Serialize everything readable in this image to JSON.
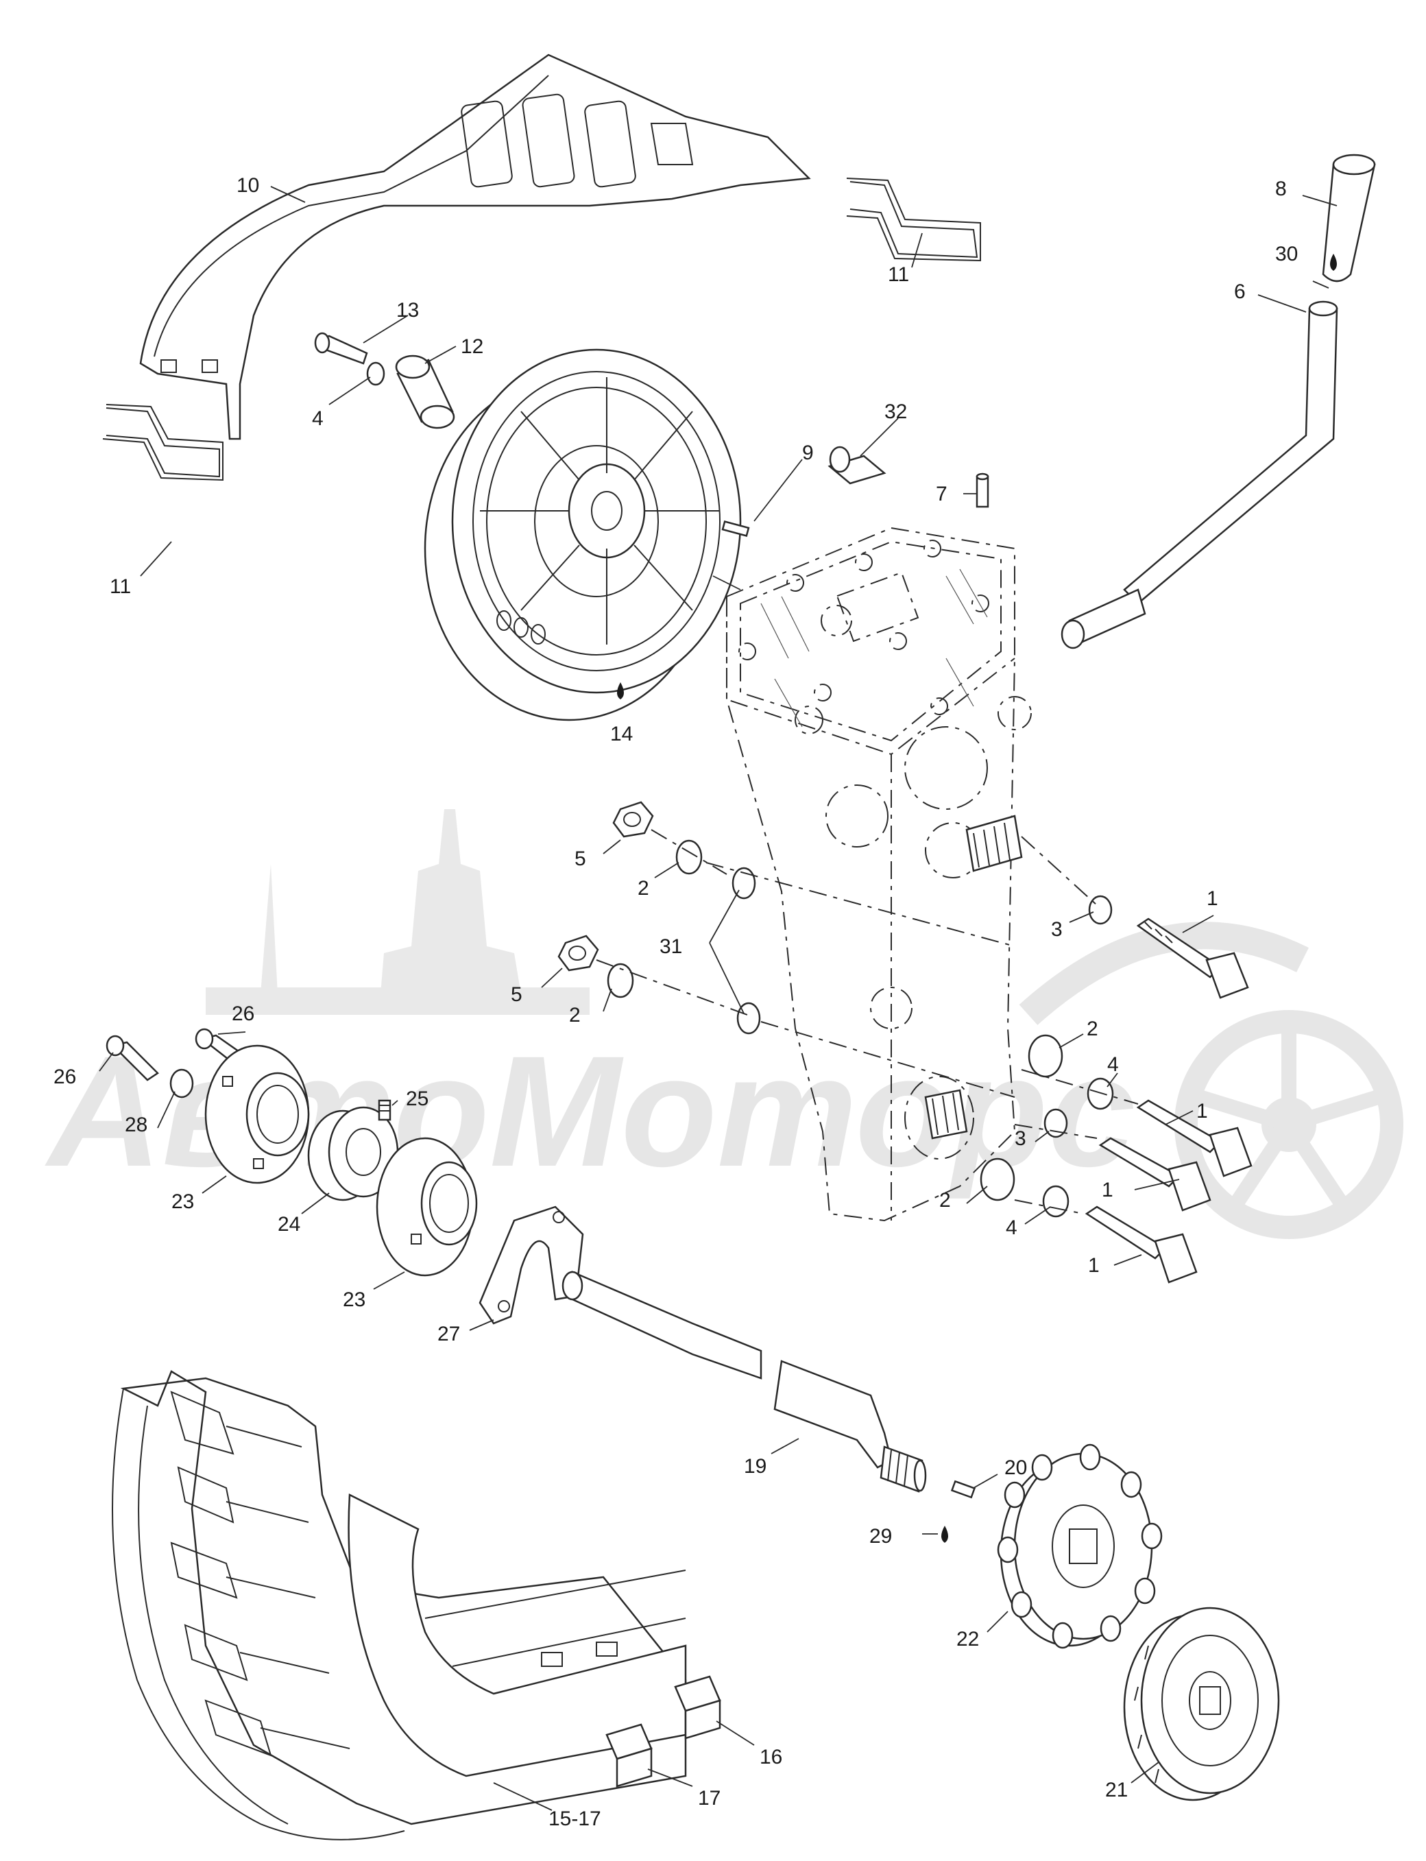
{
  "watermark": {
    "text": "АвтоМоторс"
  },
  "callouts": [
    {
      "id": "c10a",
      "text": "10"
    },
    {
      "id": "c11a",
      "text": "11"
    },
    {
      "id": "c8",
      "text": "8"
    },
    {
      "id": "c30",
      "text": "30"
    },
    {
      "id": "c6",
      "text": "6"
    },
    {
      "id": "c13",
      "text": "13"
    },
    {
      "id": "c12",
      "text": "12"
    },
    {
      "id": "c4a",
      "text": "4"
    },
    {
      "id": "c32",
      "text": "32"
    },
    {
      "id": "c9",
      "text": "9"
    },
    {
      "id": "c7",
      "text": "7"
    },
    {
      "id": "c11b",
      "text": "11"
    },
    {
      "id": "c14",
      "text": "14"
    },
    {
      "id": "c5a",
      "text": "5"
    },
    {
      "id": "c2a",
      "text": "2"
    },
    {
      "id": "c31",
      "text": "31"
    },
    {
      "id": "c5b",
      "text": "5"
    },
    {
      "id": "c2b",
      "text": "2"
    },
    {
      "id": "c3a",
      "text": "3"
    },
    {
      "id": "c1a",
      "text": "1"
    },
    {
      "id": "c26a",
      "text": "26"
    },
    {
      "id": "c26b",
      "text": "26"
    },
    {
      "id": "c25",
      "text": "25"
    },
    {
      "id": "c28",
      "text": "28"
    },
    {
      "id": "c23a",
      "text": "23"
    },
    {
      "id": "c24",
      "text": "24"
    },
    {
      "id": "c2c",
      "text": "2"
    },
    {
      "id": "c4b",
      "text": "4"
    },
    {
      "id": "c1b",
      "text": "1"
    },
    {
      "id": "c3b",
      "text": "3"
    },
    {
      "id": "c1c",
      "text": "1"
    },
    {
      "id": "c2d",
      "text": "2"
    },
    {
      "id": "c4c",
      "text": "4"
    },
    {
      "id": "c1d",
      "text": "1"
    },
    {
      "id": "c23b",
      "text": "23"
    },
    {
      "id": "c27",
      "text": "27"
    },
    {
      "id": "c19",
      "text": "19"
    },
    {
      "id": "c20",
      "text": "20"
    },
    {
      "id": "c29",
      "text": "29"
    },
    {
      "id": "c22",
      "text": "22"
    },
    {
      "id": "c21",
      "text": "21"
    },
    {
      "id": "c16",
      "text": "16"
    },
    {
      "id": "c15",
      "text": "15-17"
    },
    {
      "id": "c17",
      "text": "17"
    }
  ]
}
